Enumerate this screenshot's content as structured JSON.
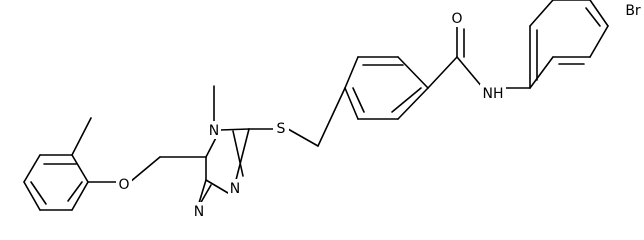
{
  "molecule": {
    "atom_labels": {
      "oxygen_carbonyl": "O",
      "amide_nitrogen": "NH",
      "bromine": "Br",
      "sulfur": "S",
      "triazole_n4": "N",
      "triazole_n2": "N",
      "triazole_n1": "N",
      "ether_oxygen": "O"
    },
    "colors": {
      "bond": "#000000",
      "label": "#000000",
      "background": "#ffffff"
    }
  }
}
